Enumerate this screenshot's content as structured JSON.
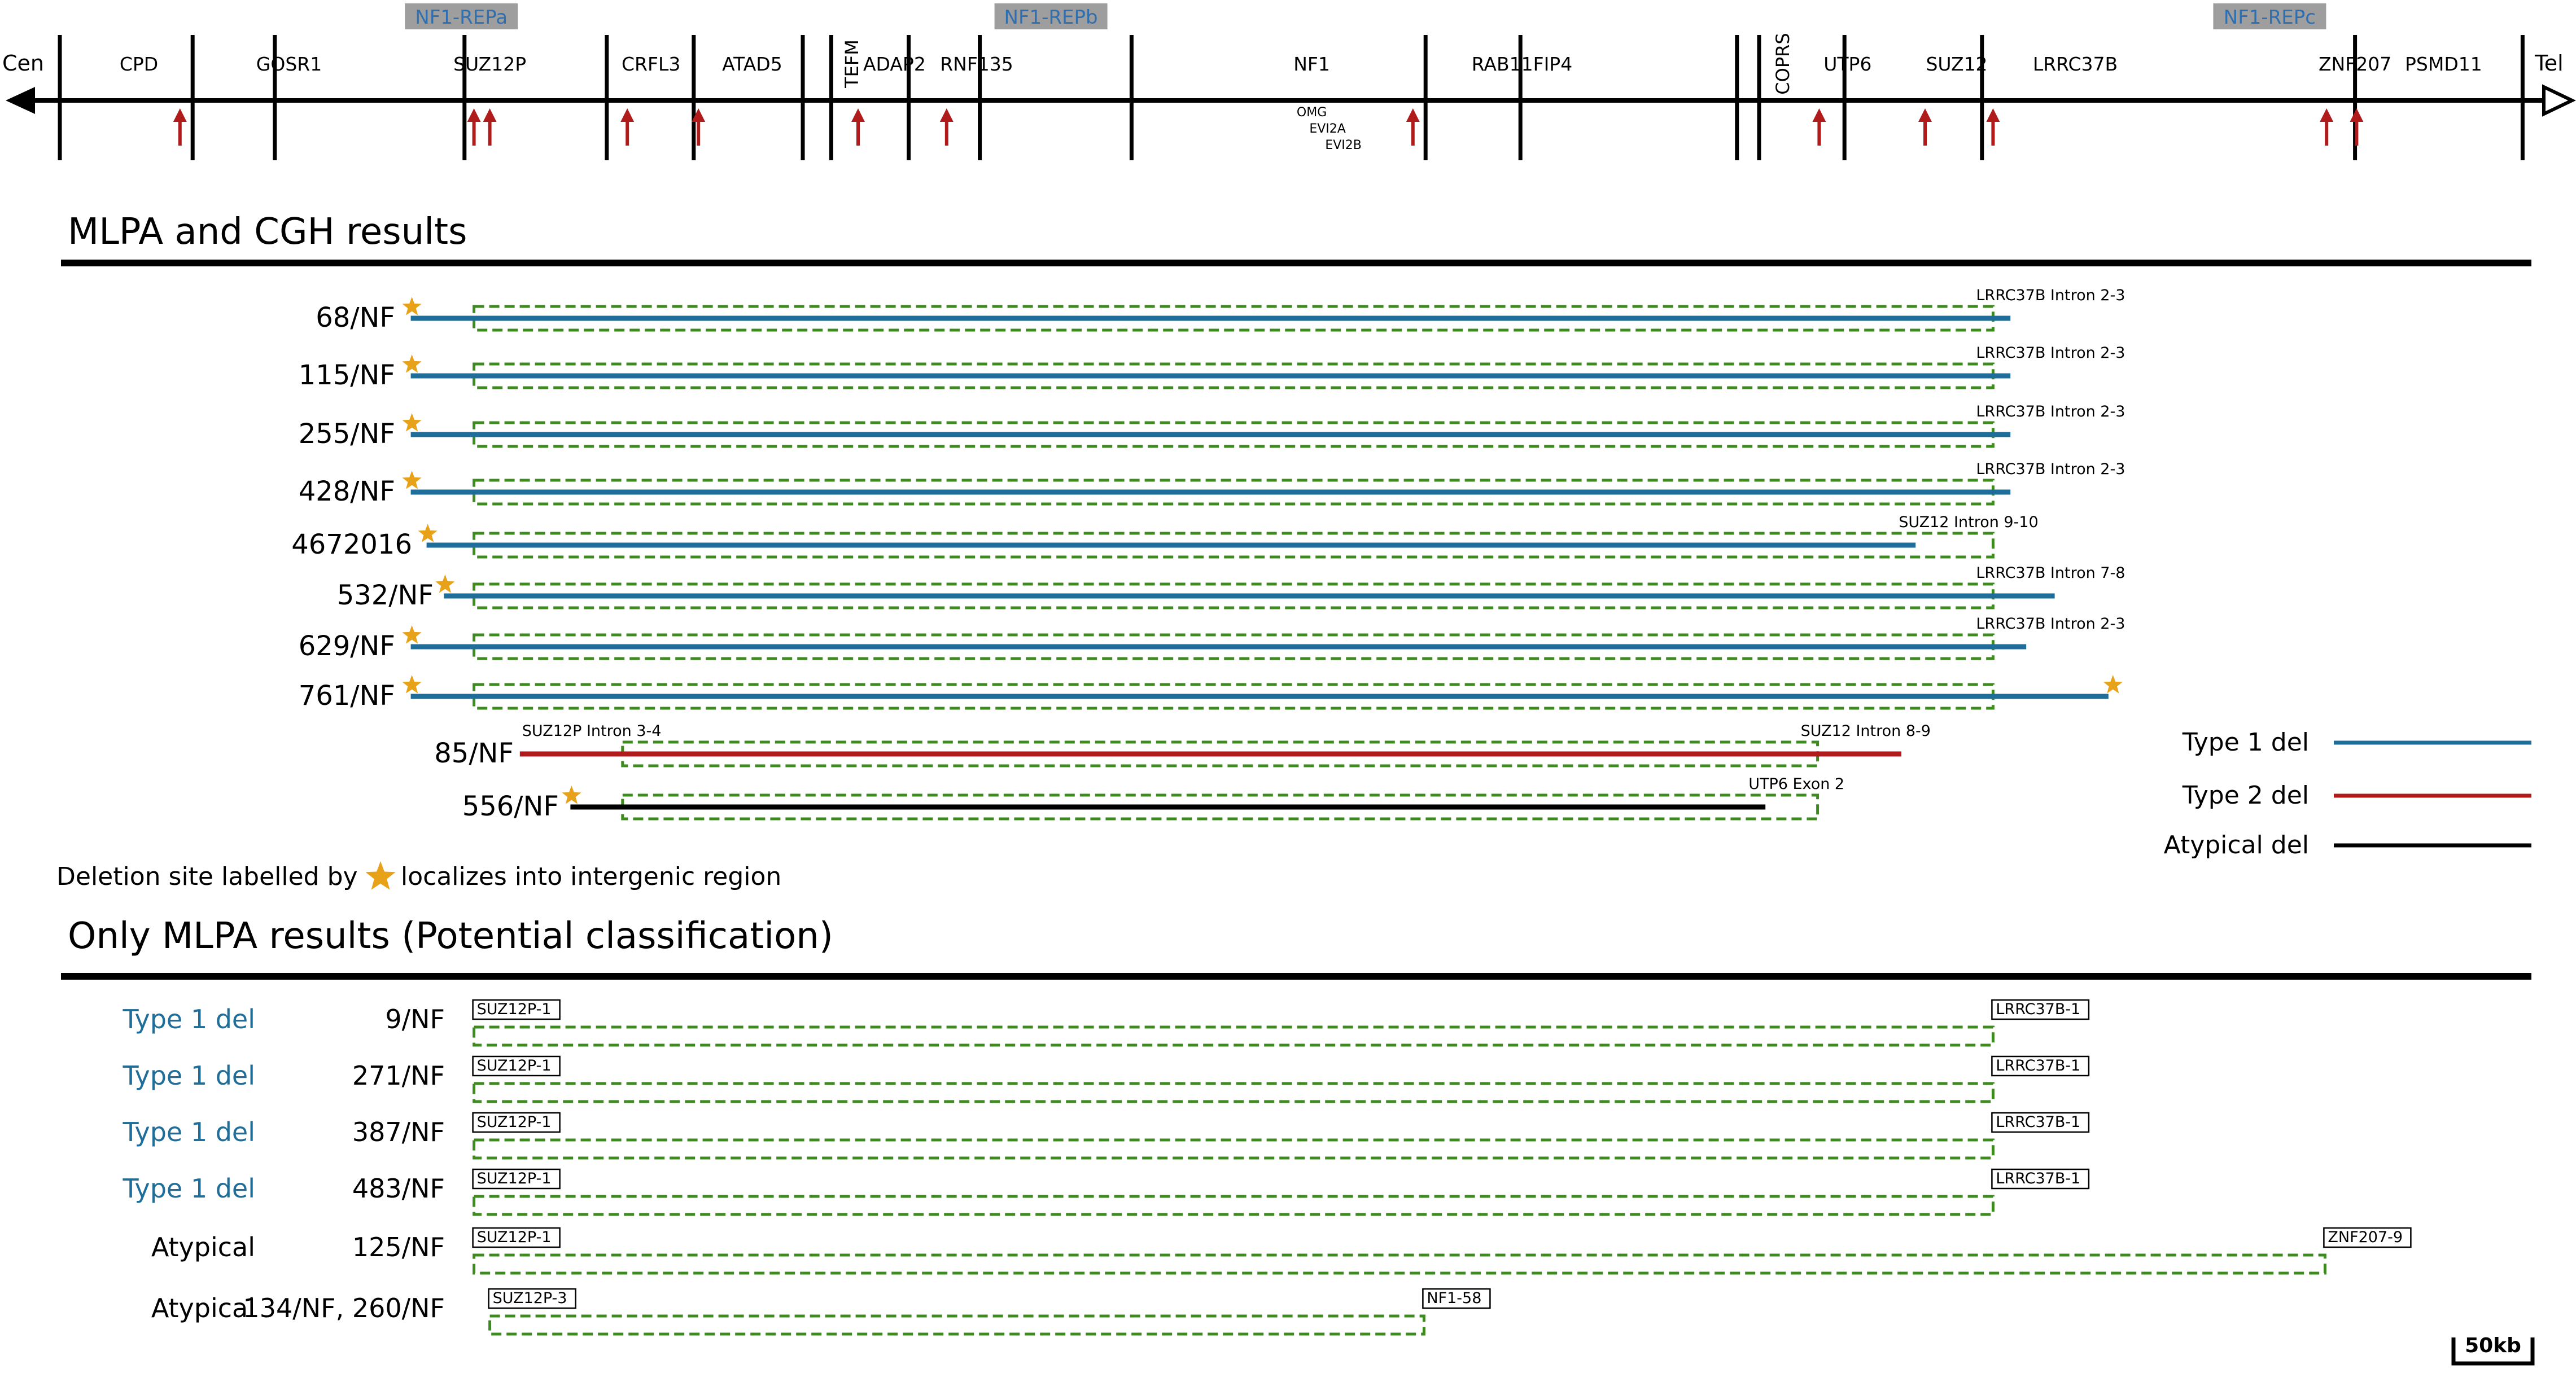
{
  "colors": {
    "type1": "#1f6e99",
    "type2": "#b01c1c",
    "atypical": "#000000",
    "dashed_box": "#3d8a1f",
    "arrow": "#b01c1c",
    "star": "#e8a219",
    "rep_box": "#9e9e9e",
    "rep_text": "#2f6fb0"
  },
  "map": {
    "cen_label": "Cen",
    "tel_label": "Tel",
    "repeats": [
      {
        "label": "NF1-REPa",
        "kb": 254
      },
      {
        "label": "NF1-REPb",
        "kb": 627
      },
      {
        "label": "NF1-REPc",
        "kb": 1398
      }
    ],
    "genes": [
      {
        "label": "CPD",
        "kb": 50
      },
      {
        "label": "GOSR1",
        "kb": 145
      },
      {
        "label": "SUZ12P",
        "kb": 272
      },
      {
        "label": "CRFL3",
        "kb": 374
      },
      {
        "label": "ATAD5",
        "kb": 438
      },
      {
        "label": "TEFM",
        "kb": 501,
        "vertical": true
      },
      {
        "label": "ADAP2",
        "kb": 528
      },
      {
        "label": "RNF135",
        "kb": 580
      },
      {
        "label": "NF1",
        "kb": 792
      },
      {
        "label": "RAB11FIP4",
        "kb": 925
      },
      {
        "label": "COPRS",
        "kb": 1090,
        "vertical": true
      },
      {
        "label": "UTP6",
        "kb": 1131
      },
      {
        "label": "SUZ12",
        "kb": 1200
      },
      {
        "label": "LRRC37B",
        "kb": 1275
      },
      {
        "label": "ZNF207",
        "kb": 1452
      },
      {
        "label": "PSMD11",
        "kb": 1508
      }
    ],
    "boundaries_kb": [
      0,
      84,
      136,
      256,
      346,
      401,
      470,
      488,
      537,
      582,
      678,
      864,
      924,
      1061,
      1075,
      1129,
      1216,
      1452,
      1558
    ],
    "arrows_kb": [
      76,
      262,
      272,
      359,
      404,
      505,
      561,
      856,
      1113,
      1180,
      1223,
      1434,
      1453
    ],
    "subgenes": [
      {
        "label": "OMG",
        "kb": 792,
        "row": 0
      },
      {
        "label": "EVI2A",
        "kb": 802,
        "row": 1
      },
      {
        "label": "EVI2B",
        "kb": 812,
        "row": 2
      }
    ]
  },
  "mlpa_cgh": {
    "heading": "MLPA and CGH results",
    "rows": [
      {
        "sample": "68/NF",
        "type": "type1",
        "line_kb": [
          222,
          1234
        ],
        "box_kb": [
          262,
          1223
        ],
        "end_label": "LRRC37B Intron 2-3",
        "start_star": true,
        "end_star": false
      },
      {
        "sample": "115/NF",
        "type": "type1",
        "line_kb": [
          222,
          1234
        ],
        "box_kb": [
          262,
          1223
        ],
        "end_label": "LRRC37B Intron 2-3",
        "start_star": true,
        "end_star": false
      },
      {
        "sample": "255/NF",
        "type": "type1",
        "line_kb": [
          222,
          1234
        ],
        "box_kb": [
          262,
          1223
        ],
        "end_label": "LRRC37B Intron 2-3",
        "start_star": true,
        "end_star": false
      },
      {
        "sample": "428/NF",
        "type": "type1",
        "line_kb": [
          222,
          1234
        ],
        "box_kb": [
          262,
          1223
        ],
        "end_label": "LRRC37B Intron 2-3",
        "start_star": true,
        "end_star": false
      },
      {
        "sample": "4672016",
        "type": "type1",
        "line_kb": [
          232,
          1174
        ],
        "box_kb": [
          262,
          1223
        ],
        "end_label": "SUZ12 Intron 9-10",
        "start_star": true,
        "end_star": false
      },
      {
        "sample": "532/NF",
        "type": "type1",
        "line_kb": [
          243,
          1262
        ],
        "box_kb": [
          262,
          1223
        ],
        "end_label": "LRRC37B Intron 7-8",
        "start_star": true,
        "end_star": false
      },
      {
        "sample": "629/NF",
        "type": "type1",
        "line_kb": [
          222,
          1244
        ],
        "box_kb": [
          262,
          1223
        ],
        "end_label": "LRRC37B Intron 2-3",
        "start_star": true,
        "end_star": false
      },
      {
        "sample": "761/NF",
        "type": "type1",
        "line_kb": [
          222,
          1296
        ],
        "box_kb": [
          262,
          1223
        ],
        "end_label": "",
        "start_star": true,
        "end_star": true
      },
      {
        "sample": "85/NF",
        "type": "type2",
        "line_kb": [
          291,
          1165
        ],
        "box_kb": [
          356,
          1112
        ],
        "start_label": "SUZ12P Intron 3-4",
        "end_label": "SUZ12 Intron 8-9",
        "start_star": false,
        "end_star": false
      },
      {
        "sample": "556/NF",
        "type": "atypical",
        "line_kb": [
          323,
          1079
        ],
        "box_kb": [
          356,
          1112
        ],
        "end_label": "UTP6 Exon 2",
        "start_star": true,
        "end_star": false
      }
    ],
    "legend": [
      {
        "label": "Type 1 del",
        "type": "type1"
      },
      {
        "label": "Type 2 del",
        "type": "type2"
      },
      {
        "label": "Atypical del",
        "type": "atypical"
      }
    ],
    "note_before": "Deletion site labelled by",
    "note_after": "localizes into intergenic region"
  },
  "mlpa_only": {
    "heading": "Only MLPA results (Potential classification)",
    "rows": [
      {
        "classification": "Type 1 del",
        "class_type": "type1",
        "sample": "9/NF",
        "box_kb": [
          262,
          1223
        ],
        "probe_start": "SUZ12P-1",
        "probe_end": "LRRC37B-1"
      },
      {
        "classification": "Type 1 del",
        "class_type": "type1",
        "sample": "271/NF",
        "box_kb": [
          262,
          1223
        ],
        "probe_start": "SUZ12P-1",
        "probe_end": "LRRC37B-1"
      },
      {
        "classification": "Type 1 del",
        "class_type": "type1",
        "sample": "387/NF",
        "box_kb": [
          262,
          1223
        ],
        "probe_start": "SUZ12P-1",
        "probe_end": "LRRC37B-1"
      },
      {
        "classification": "Type 1 del",
        "class_type": "type1",
        "sample": "483/NF",
        "box_kb": [
          262,
          1223
        ],
        "probe_start": "SUZ12P-1",
        "probe_end": "LRRC37B-1"
      },
      {
        "classification": "Atypical",
        "class_type": "atypical",
        "sample": "125/NF",
        "box_kb": [
          262,
          1433
        ],
        "probe_start": "SUZ12P-1",
        "probe_end": "ZNF207-9"
      },
      {
        "classification": "Atypical",
        "class_type": "atypical",
        "sample": "134/NF, 260/NF",
        "box_kb": [
          272,
          863
        ],
        "probe_start": "SUZ12P-3",
        "probe_end": "NF1-58"
      }
    ]
  },
  "scale_bar": {
    "label": "50kb",
    "kb": 50
  }
}
